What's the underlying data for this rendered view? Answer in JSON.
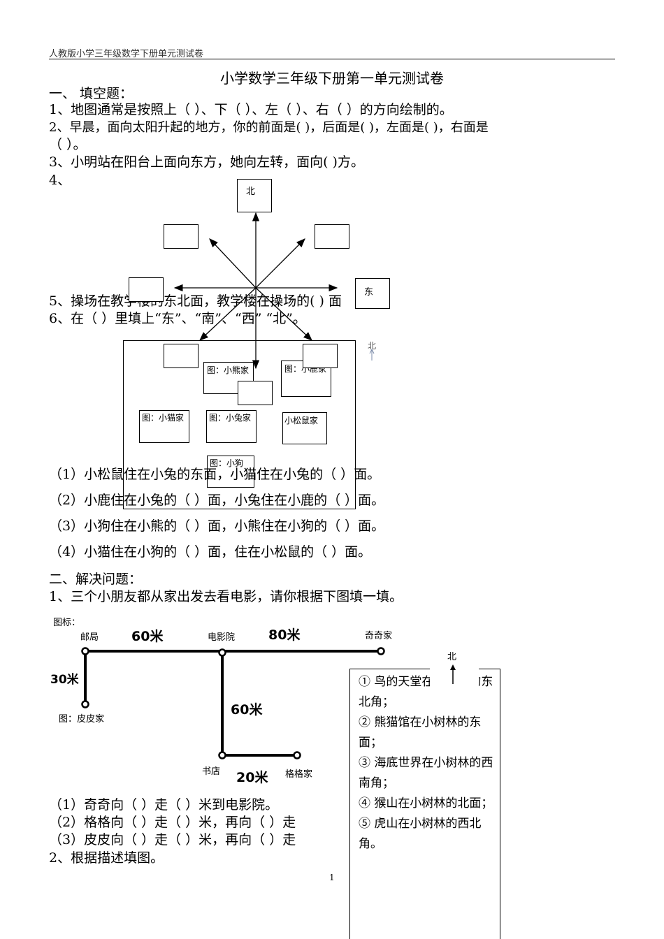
{
  "header": {
    "text": "人教版小学三年级数学下册单元测试卷"
  },
  "title": "小学数学三年级下册第一单元测试卷",
  "section1": {
    "heading": "一、    填空题：",
    "q1": "1、地图通常是按照上（  ）、下（  ）、左（  ）、右（  ）的方向绘制的。",
    "q2a": "2、早晨，面向太阳升起的地方，你的前面是(      )，后面是(      )，左面是(      )，右面是",
    "q2b": "（    ）。",
    "q3": "3、小明站在阳台上面向东方，她向左转，面向(    )方。",
    "q4": "4、",
    "compass": {
      "north": "北",
      "east": "东"
    },
    "q5": "5、操场在教学楼的东北面，教学楼在操场的(       ) 面",
    "q6": "6、在（ ）里填上“东”、“南”、“西” “北”。",
    "map": {
      "north": "北",
      "bear": "图：小熊家",
      "deer": "图：小鹿家",
      "cat": "图：小猫家",
      "rabbit": "图：小兔家",
      "squirrel": "小松鼠家",
      "dog": "图：小狗"
    },
    "sub": [
      "（1）小松鼠住在小兔的东面，小猫住在小兔的（     ）面。",
      "（2）小鹿住在小兔的（     ）面，小兔住在小鹿的（     ）面。",
      "（3）小狗住在小熊的（     ）面，小熊住在小狗的（     ）面。",
      "（4）小猫住在小狗的（     ）面，住在小松鼠的（     ）面。"
    ]
  },
  "section2": {
    "heading": "二、解决问题：",
    "q1": "1、三个小朋友都从家出发去看电影，请你根据下图填一填。",
    "route": {
      "legend": "图标：",
      "post": "邮局",
      "cinema": "电影院",
      "qiqi": "奇奇家",
      "pipi": "图：皮皮家",
      "bookstore": "书店",
      "gege": "格格家",
      "d60a": "60米",
      "d80": "80米",
      "d30": "30米",
      "d60b": "60米",
      "d20": "20米"
    },
    "sub": [
      "（1）奇奇向（   ）走（    ）米到电影院。",
      "（2）格格向（   ）走（    ）米，再向（   ）走",
      "（3）皮皮向（   ）走（    ）米，再向（   ）走"
    ],
    "q2": "2、根据描述填图。",
    "clueNorth": "北",
    "clues": [
      "①  鸟的天堂在小树林的东北角；",
      "② 熊猫馆在小树林的东面；",
      "③ 海底世界在小树林的西南角；",
      "④ 猴山在小树林的北面；",
      "⑤ 虎山在小树林的西北角。"
    ]
  },
  "page_number": "1"
}
